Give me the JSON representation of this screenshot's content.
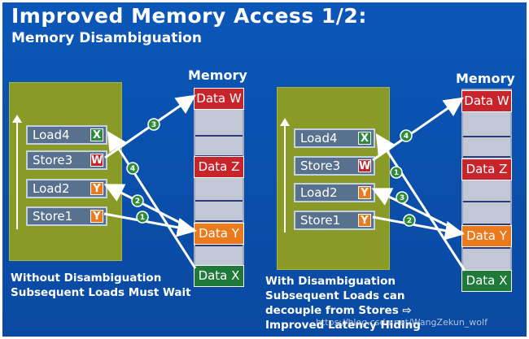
{
  "title": "Improved Memory Access 1/2:",
  "subtitle": "Memory Disambiguation",
  "memory_header": "Memory",
  "left": {
    "instructions": [
      {
        "label": "Load4",
        "tag": "X"
      },
      {
        "label": "Store3",
        "tag": "W"
      },
      {
        "label": "Load2",
        "tag": "Y"
      },
      {
        "label": "Store1",
        "tag": "Y"
      }
    ],
    "memory": {
      "w": "Data W",
      "z": "Data Z",
      "y": "Data Y",
      "x": "Data X"
    },
    "caption": [
      "Without Disambiguation",
      "Subsequent Loads Must Wait"
    ],
    "steps": [
      "1",
      "2",
      "3",
      "4"
    ]
  },
  "right": {
    "instructions": [
      {
        "label": "Load4",
        "tag": "X"
      },
      {
        "label": "Store3",
        "tag": "W"
      },
      {
        "label": "Load2",
        "tag": "Y"
      },
      {
        "label": "Store1",
        "tag": "Y"
      }
    ],
    "memory": {
      "w": "Data W",
      "z": "Data Z",
      "y": "Data Y",
      "x": "Data X"
    },
    "caption": [
      "With Disambiguation",
      "Subsequent Loads can",
      "decouple from Stores ⇨",
      "Improved Latency Hiding"
    ],
    "steps": [
      "1",
      "2",
      "3",
      "4"
    ]
  },
  "colors": {
    "background": "#0b57b8",
    "panel": "#8a9a26",
    "store_red": "#c8242c",
    "load_orange": "#ea7a1b",
    "data_green": "#1f7a39"
  },
  "watermark": "https://blog.csdn.net/WangZekun_wolf"
}
